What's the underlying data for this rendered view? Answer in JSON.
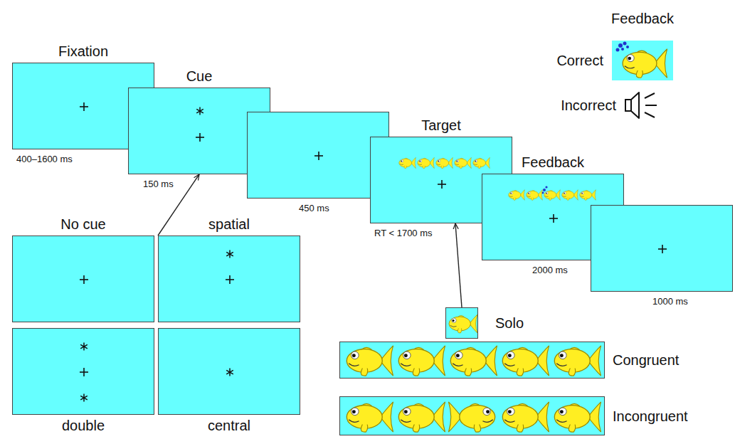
{
  "diagram": {
    "nodes": [
      {
        "text": [
          "Fixation",
          "400–1600 ms"
        ]
      },
      {
        "text": [
          "Cue",
          "150 ms"
        ]
      },
      {
        "text": [
          "450 ms"
        ]
      },
      {
        "text": [
          "Target",
          "RT < 1700 ms"
        ]
      },
      {
        "text": [
          "Feedback",
          "2000 ms"
        ]
      },
      {
        "text": [
          "1000 ms"
        ]
      },
      {
        "text": [
          "No cue"
        ]
      },
      {
        "text": [
          "spatial"
        ]
      },
      {
        "text": [
          "double"
        ]
      },
      {
        "text": [
          "central"
        ]
      },
      {
        "text": [
          "Solo"
        ]
      },
      {
        "text": [
          "Congruent"
        ]
      },
      {
        "text": [
          "Incongruent"
        ]
      }
    ],
    "edges": [
      {
        "from": 7,
        "to": 1,
        "arrow": "to"
      },
      {
        "from": 10,
        "to": 3,
        "arrow": "to"
      }
    ],
    "labels": [
      "Feedback"
    ],
    "legend": [
      {
        "text": "Correct"
      },
      {
        "text": "Incorrect"
      }
    ]
  }
}
